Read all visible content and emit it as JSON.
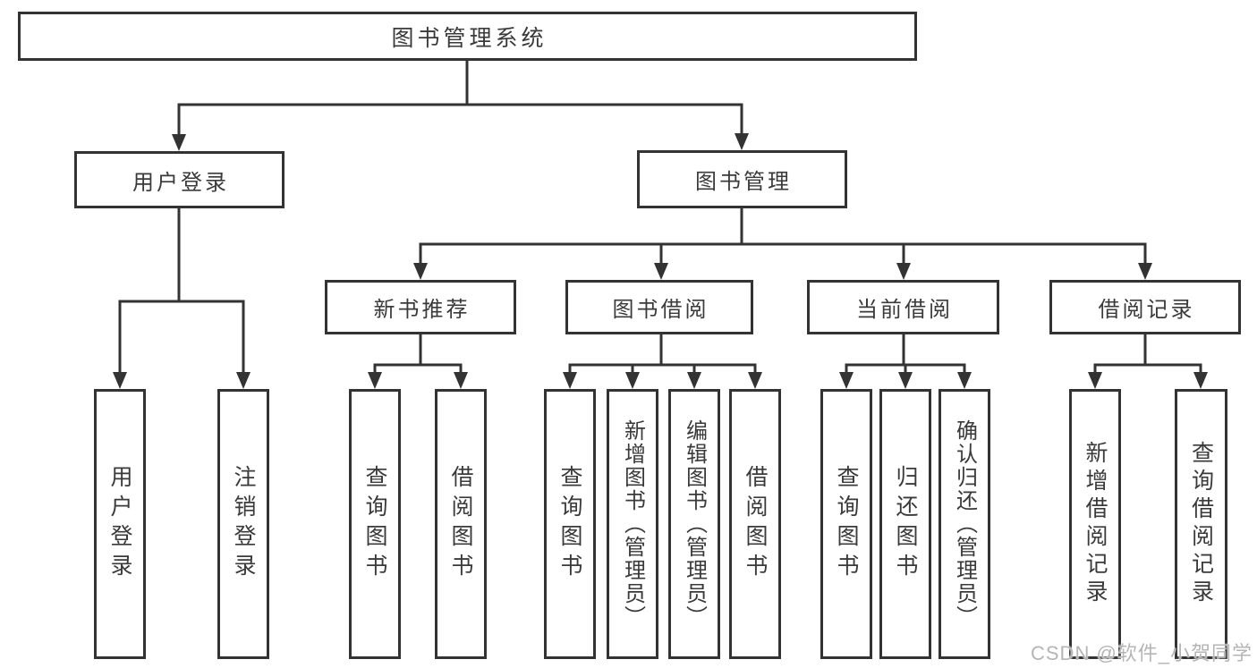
{
  "tree": {
    "label": "图书管理系统",
    "children": [
      {
        "label": "用户登录",
        "children": [
          {
            "label": "用户登录"
          },
          {
            "label": "注销登录"
          }
        ]
      },
      {
        "label": "图书管理",
        "children": [
          {
            "label": "新书推荐",
            "children": [
              {
                "label": "查询图书"
              },
              {
                "label": "借阅图书"
              }
            ]
          },
          {
            "label": "图书借阅",
            "children": [
              {
                "label": "查询图书"
              },
              {
                "label": "新增图书（管理员）"
              },
              {
                "label": "编辑图书（管理员）"
              },
              {
                "label": "借阅图书"
              }
            ]
          },
          {
            "label": "当前借阅",
            "children": [
              {
                "label": "查询图书"
              },
              {
                "label": "归还图书"
              },
              {
                "label": "确认归还（管理员）"
              }
            ]
          },
          {
            "label": "借阅记录",
            "children": [
              {
                "label": "新增借阅记录"
              },
              {
                "label": "查询借阅记录"
              }
            ]
          }
        ]
      }
    ]
  },
  "colors": {
    "line": "#333333",
    "text": "#3a3a3a",
    "background": "#ffffff",
    "watermark": "#b5b5b5"
  },
  "watermark": "CSDN @软件_小贺同学"
}
